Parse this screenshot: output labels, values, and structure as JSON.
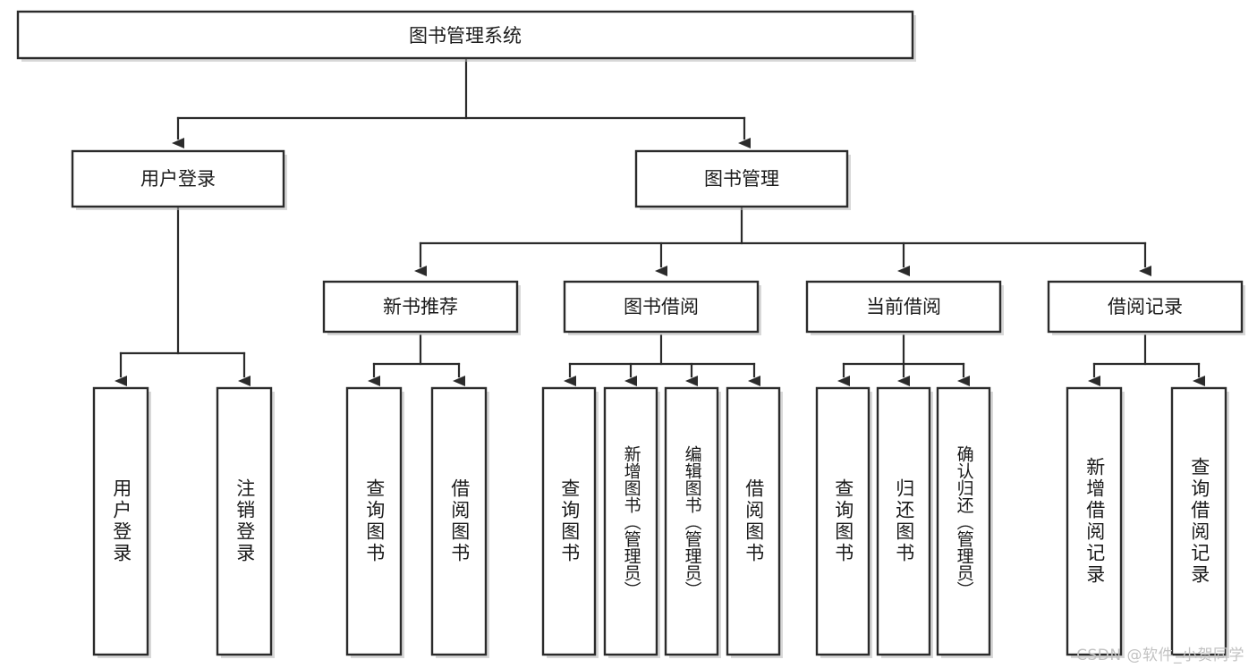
{
  "diagram": {
    "type": "hierarchy-tree",
    "title": "图书管理系统",
    "orientation": "top-down",
    "colors": {
      "box_stroke": "#2b2b2b",
      "box_fill": "#ffffff",
      "text": "#1b1b1b",
      "connector": "#2b2b2b",
      "watermark": "#c2c2c2",
      "background": "#ffffff"
    },
    "root": {
      "label": "图书管理系统"
    },
    "level2": [
      {
        "label": "用户登录"
      },
      {
        "label": "图书管理"
      }
    ],
    "level3": [
      {
        "label": "新书推荐"
      },
      {
        "label": "图书借阅"
      },
      {
        "label": "当前借阅"
      },
      {
        "label": "借阅记录"
      }
    ],
    "leaves": {
      "user_login": [
        {
          "label": "用户登录"
        },
        {
          "label": "注销登录"
        }
      ],
      "new_book_recommend": [
        {
          "label": "查询图书"
        },
        {
          "label": "借阅图书"
        }
      ],
      "book_borrow": [
        {
          "label": "查询图书"
        },
        {
          "label": "新增图书（管理员）"
        },
        {
          "label": "编辑图书（管理员）"
        },
        {
          "label": "借阅图书"
        }
      ],
      "current_borrow": [
        {
          "label": "查询图书"
        },
        {
          "label": "归还图书"
        },
        {
          "label": "确认归还（管理员）"
        }
      ],
      "borrow_record": [
        {
          "label": "新增借阅记录"
        },
        {
          "label": "查询借阅记录"
        }
      ]
    },
    "watermark": "CSDN @软件_小贺同学"
  }
}
